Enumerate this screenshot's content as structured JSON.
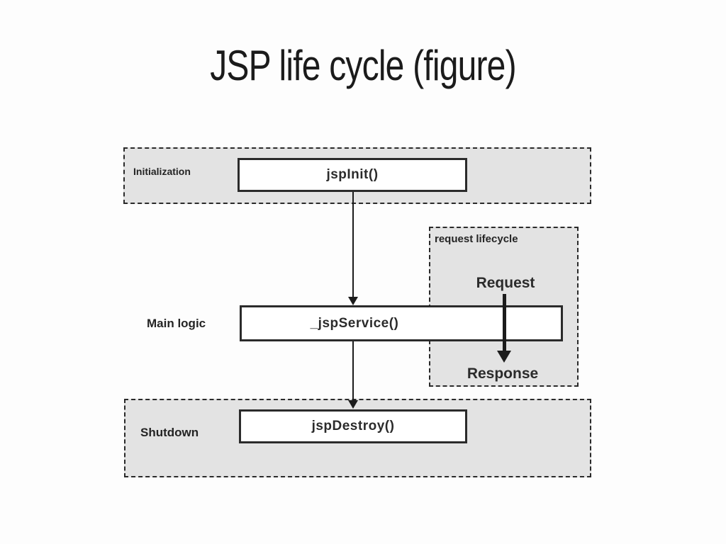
{
  "slide": {
    "title": "JSP life cycle (figure)"
  },
  "colors": {
    "title_text": "#1b1b1b",
    "region_fill": "#e3e3e3",
    "region_border": "#2a2a2a",
    "node_fill": "#ffffff",
    "node_border": "#2b2b2b",
    "label_text": "#242424",
    "arrow": "#1c1c1c"
  },
  "diagram": {
    "phases": [
      {
        "id": "initialization",
        "label": "Initialization",
        "node": "jspInit()"
      },
      {
        "id": "main_logic",
        "label": "Main logic",
        "node": "_jspService()"
      },
      {
        "id": "shutdown",
        "label": "Shutdown",
        "node": "jspDestroy()"
      }
    ],
    "request_lifecycle": {
      "label": "request lifecycle",
      "request": "Request",
      "response": "Response"
    }
  }
}
